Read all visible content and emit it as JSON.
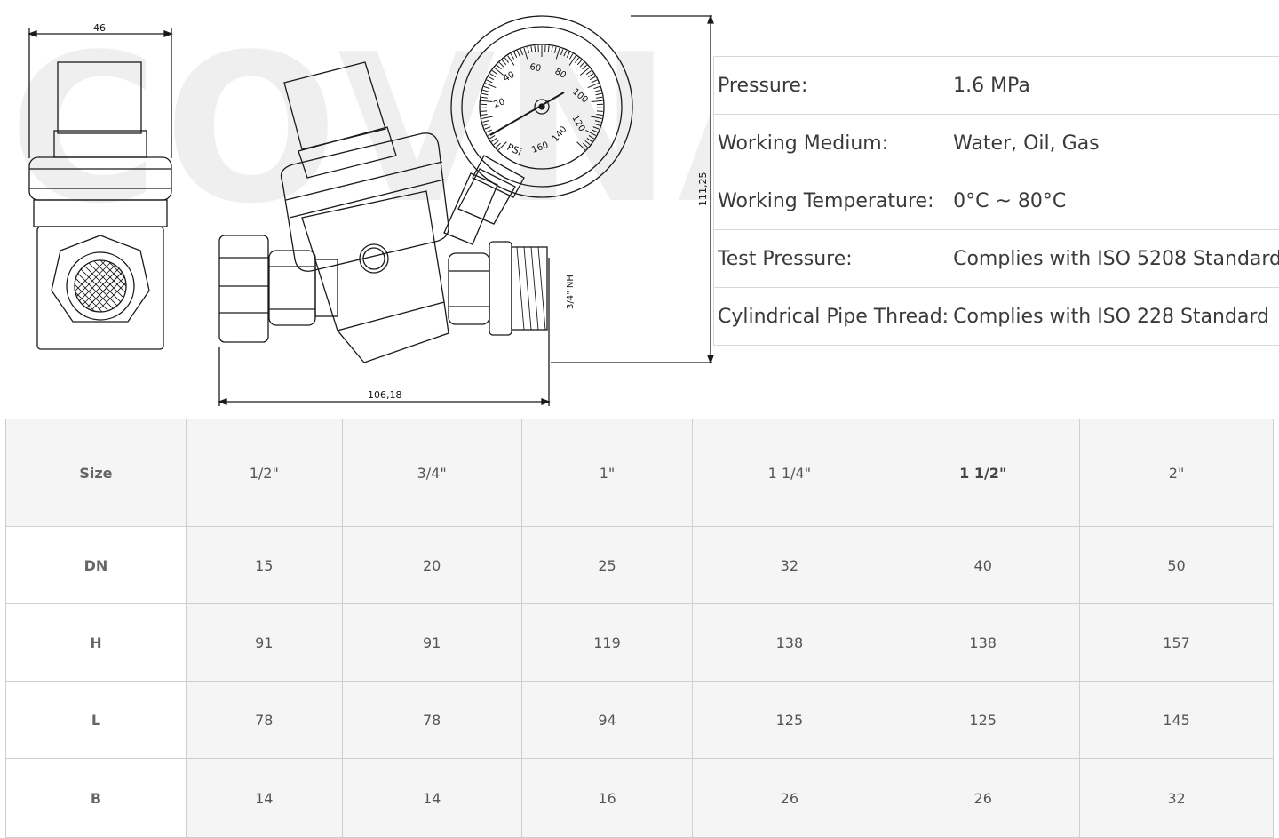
{
  "watermark": "COVNA",
  "dimensions": {
    "width_top": "46",
    "height_right": "111,25",
    "length_bottom": "106,18",
    "thread": "3/4\" NH"
  },
  "gauge": {
    "ticks": [
      "20",
      "40",
      "60",
      "80",
      "100",
      "120",
      "140",
      "160"
    ],
    "unit": "PSi"
  },
  "specs": [
    {
      "label": "Pressure:",
      "value": "1.6 MPa"
    },
    {
      "label": "Working Medium:",
      "value": "Water, Oil, Gas"
    },
    {
      "label": "Working Temperature:",
      "value": "0°C ~ 80°C"
    },
    {
      "label": "Test Pressure:",
      "value": "Complies with ISO 5208 Standard"
    },
    {
      "label": "Cylindrical Pipe Thread:",
      "value": "Complies with ISO 228 Standard"
    }
  ],
  "size_table": {
    "header": [
      "Size",
      "1/2\"",
      "3/4\"",
      "1\"",
      "1 1/4\"",
      "1 1/2\"",
      "2\""
    ],
    "rows": [
      {
        "label": "DN",
        "values": [
          "15",
          "20",
          "25",
          "32",
          "40",
          "50"
        ]
      },
      {
        "label": "H",
        "values": [
          "91",
          "91",
          "119",
          "138",
          "138",
          "157"
        ]
      },
      {
        "label": "L",
        "values": [
          "78",
          "78",
          "94",
          "125",
          "125",
          "145"
        ]
      },
      {
        "label": "B",
        "values": [
          "14",
          "14",
          "16",
          "26",
          "26",
          "32"
        ]
      }
    ]
  }
}
